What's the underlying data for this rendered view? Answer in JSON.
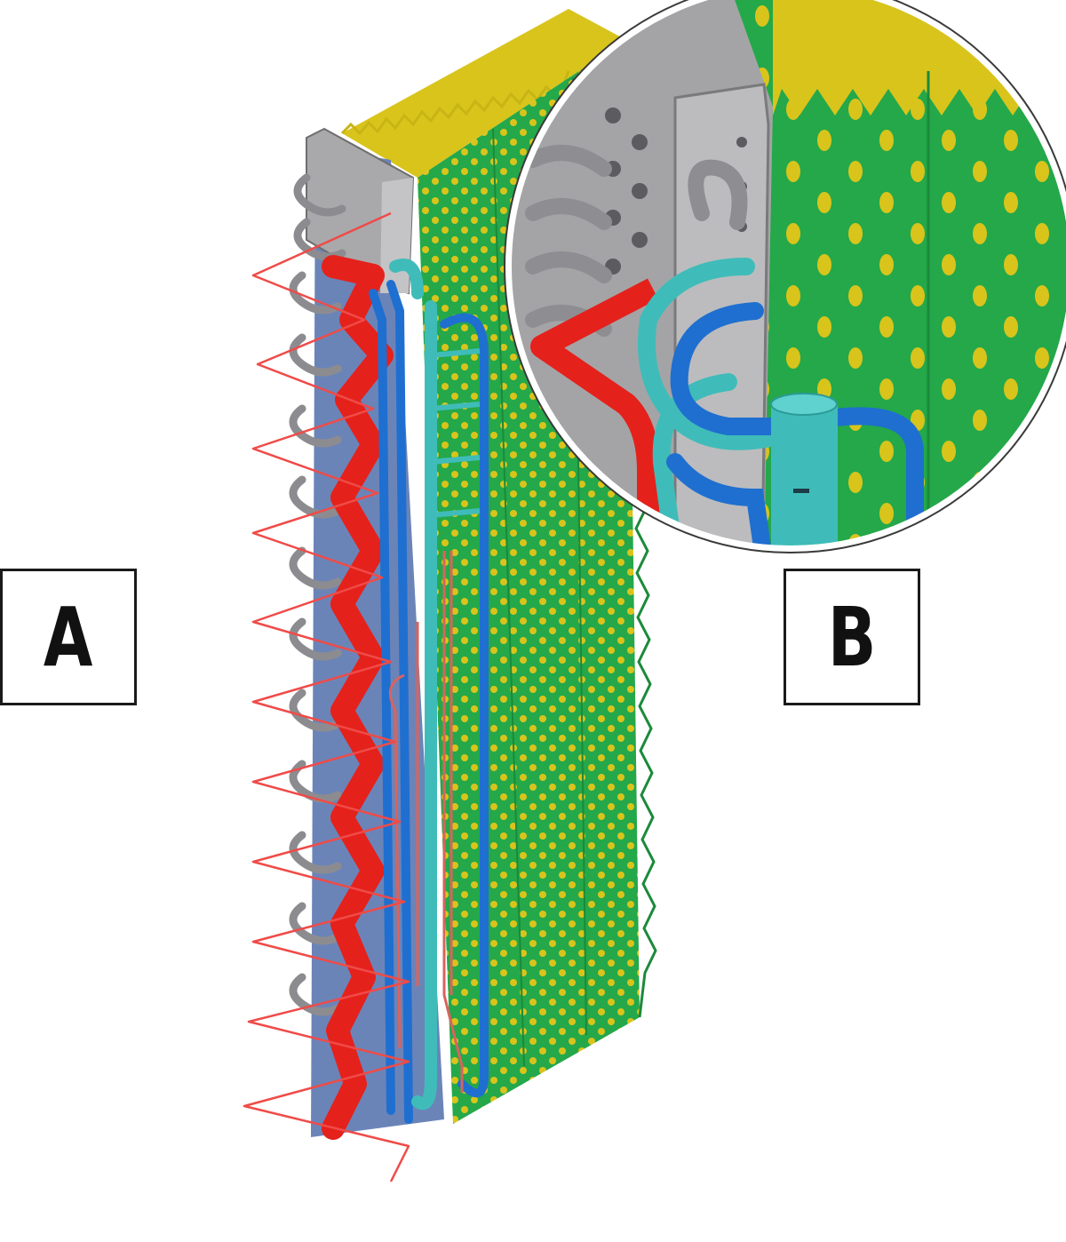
{
  "labels": {
    "a": "A",
    "b": "B"
  },
  "colors": {
    "background": "#ffffff",
    "fin_green": "#24a84a",
    "fin_yellow": "#d9c41c",
    "header_gray": "#a9a9ab",
    "pipe_red": "#e5211c",
    "pipe_blue": "#1f6fd0",
    "pipe_cyan": "#3fbcb9",
    "label_border": "#1a1a1a"
  },
  "parts": {
    "fin_stack": "heat-exchanger-fins",
    "header": "header-manifold",
    "pipes": [
      "red-pipe",
      "blue-pipe",
      "cyan-pipe"
    ],
    "detail": "zoom-inset-circle"
  }
}
